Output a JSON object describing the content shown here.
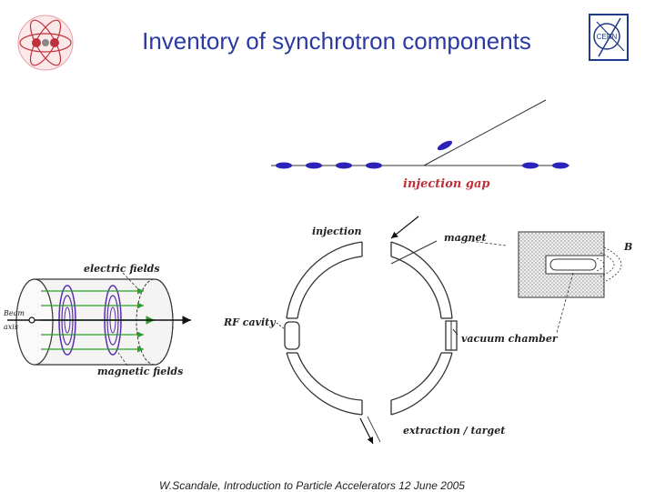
{
  "slide": {
    "title": "Inventory of synchrotron components",
    "footer": "W.Scandale, Introduction to Particle Accelerators 12 June 2005"
  },
  "logos": {
    "left": {
      "name": "lhc-logo",
      "color": "#c0303a"
    },
    "right": {
      "name": "cern-logo",
      "text": "CERN",
      "color": "#1e3a8a"
    }
  },
  "diagram": {
    "injection_gap_label": "injection gap",
    "injection_label": "injection",
    "magnet_label": "magnet",
    "b_label": "B",
    "rf_cavity_label": "RF cavity",
    "vacuum_chamber_label": "vacuum chamber",
    "extraction_label": "extraction / target",
    "electric_fields_label": "electric fields",
    "magnetic_fields_label": "magnetic fields",
    "beam_axis_label_1": "Beam",
    "beam_axis_label_2": "axis"
  },
  "colors": {
    "title": "#2b3aa0",
    "beam": "#2b22b8",
    "injection_gap_text": "#c0303a",
    "field_arrows": "#2aa02a",
    "magnetic_loops": "#5a2ab0"
  }
}
